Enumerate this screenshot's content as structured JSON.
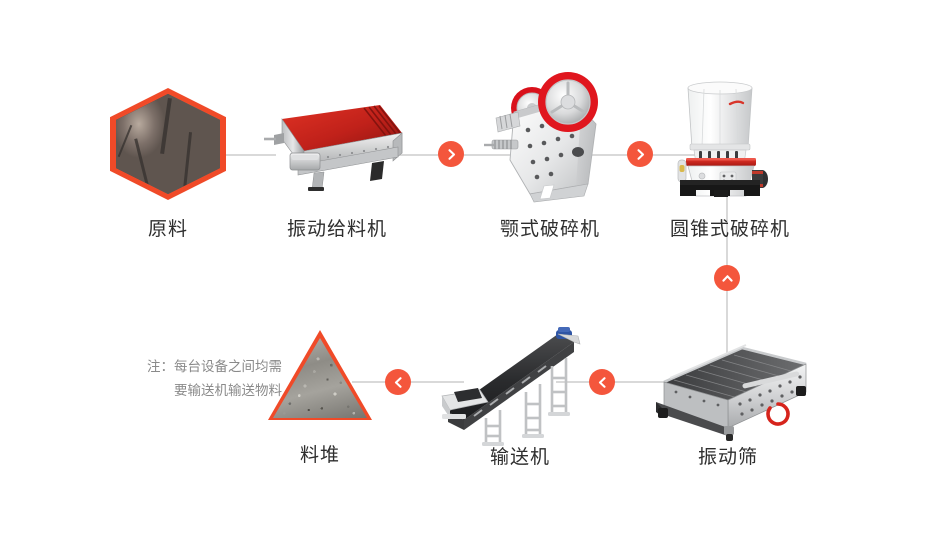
{
  "diagram": {
    "title": "Stone crushing production line flow diagram",
    "background_color": "#ffffff",
    "accent_color": "#f4563c",
    "line_color": "#d9d9d9",
    "label_color": "#2e2e2e",
    "note_color": "#8a8a8a"
  },
  "nodes": [
    {
      "id": "raw-material",
      "label": "原料",
      "row": "top",
      "icon": "hexagon-rock-photo"
    },
    {
      "id": "vibrating-feeder",
      "label": "振动给料机",
      "row": "top",
      "icon": "vibrating-feeder-machine"
    },
    {
      "id": "jaw-crusher",
      "label": "颚式破碎机",
      "row": "top",
      "icon": "jaw-crusher-machine"
    },
    {
      "id": "cone-crusher",
      "label": "圆锥式破碎机",
      "row": "top",
      "icon": "cone-crusher-machine"
    },
    {
      "id": "vibrating-screen",
      "label": "振动筛",
      "row": "bottom",
      "icon": "vibrating-screen-machine"
    },
    {
      "id": "conveyor",
      "label": "输送机",
      "row": "bottom",
      "icon": "belt-conveyor-machine"
    },
    {
      "id": "stockpile",
      "label": "料堆",
      "row": "bottom",
      "icon": "triangle-gravel-pile"
    }
  ],
  "connectors": [
    {
      "id": "c1",
      "from": "raw-material",
      "to": "vibrating-feeder",
      "direction": "right",
      "arrow": false
    },
    {
      "id": "c2",
      "from": "vibrating-feeder",
      "to": "jaw-crusher",
      "direction": "right",
      "arrow": true
    },
    {
      "id": "c3",
      "from": "jaw-crusher",
      "to": "cone-crusher",
      "direction": "right",
      "arrow": true
    },
    {
      "id": "c4",
      "from": "vibrating-screen",
      "to": "cone-crusher",
      "direction": "up",
      "arrow": true
    },
    {
      "id": "c5",
      "from": "vibrating-screen",
      "to": "conveyor",
      "direction": "left",
      "arrow": true
    },
    {
      "id": "c6",
      "from": "conveyor",
      "to": "stockpile",
      "direction": "left",
      "arrow": true
    }
  ],
  "note": {
    "line1": "注：每台设备之间均需",
    "line2": "要输送机输送物料"
  },
  "icons": {
    "chevron_right": "chevron-right-icon",
    "chevron_left": "chevron-left-icon",
    "chevron_up": "chevron-up-icon"
  }
}
